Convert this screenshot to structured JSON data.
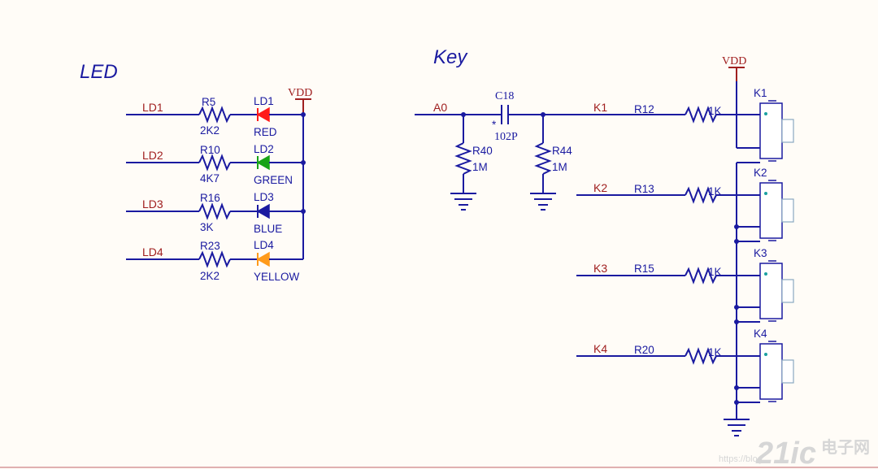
{
  "titles": {
    "led": "LED",
    "key": "Key"
  },
  "power": {
    "vdd": "VDD"
  },
  "led_rows": [
    {
      "net": "LD1",
      "res": "R5",
      "val": "2K2",
      "led": "LD1",
      "color_name": "RED",
      "color": "#ff1a1a"
    },
    {
      "net": "LD2",
      "res": "R10",
      "val": "4K7",
      "led": "LD2",
      "color_name": "GREEN",
      "color": "#17a317"
    },
    {
      "net": "LD3",
      "res": "R16",
      "val": "3K",
      "led": "LD3",
      "color_name": "BLUE",
      "color": "#1a1aa0"
    },
    {
      "net": "LD4",
      "res": "R23",
      "val": "2K2",
      "led": "LD4",
      "color_name": "YELLOW",
      "color": "#ff9a1a"
    }
  ],
  "key": {
    "input_net": "A0",
    "cap": {
      "ref": "C18",
      "val": "102P",
      "mark": "*"
    },
    "r40": {
      "ref": "R40",
      "val": "1M"
    },
    "r44": {
      "ref": "R44",
      "val": "1M"
    },
    "rows": [
      {
        "net": "K1",
        "res": "R12",
        "val": "1K",
        "switch": "K1"
      },
      {
        "net": "K2",
        "res": "R13",
        "val": "1K",
        "switch": "K2"
      },
      {
        "net": "K3",
        "res": "R15",
        "val": "1K",
        "switch": "K3"
      },
      {
        "net": "K4",
        "res": "R20",
        "val": "1K",
        "switch": "K4"
      }
    ]
  },
  "watermark": {
    "url": "https://blog",
    "logo": "21ic",
    "cn": "电子网"
  }
}
